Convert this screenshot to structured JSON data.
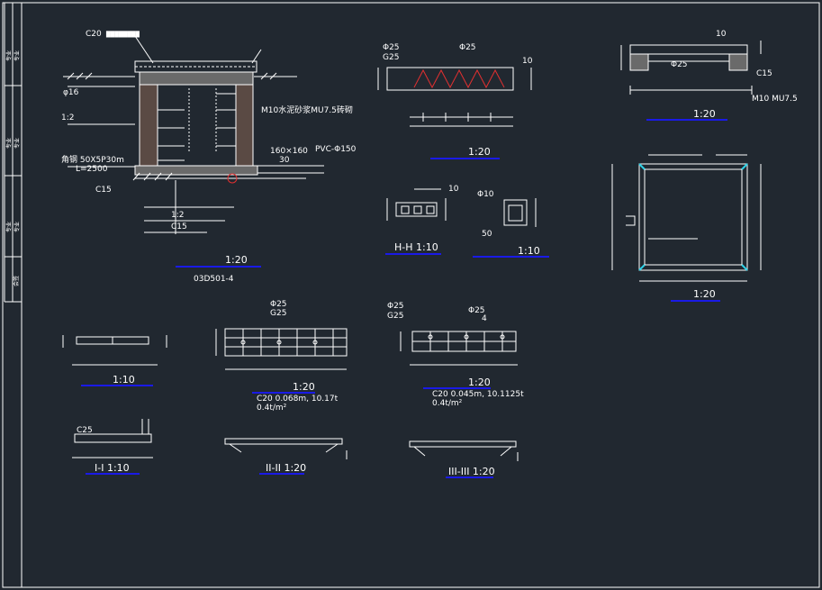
{
  "sidebar": {
    "cells": [
      "专业",
      "专业",
      "专业",
      "会签"
    ]
  },
  "colors": {
    "background": "#212830",
    "line": "#ffffff",
    "underline": "#1a1ae6",
    "red": "#e03030",
    "cyan": "#2ed1e6"
  },
  "pit": {
    "label_c20": "C20",
    "label_mu": "M10水泥砂浆MU7.5砖砌",
    "label_d16": "φ16",
    "label_ratio": "1:2",
    "label_angle": "角钢 50X5P30m",
    "label_l": "L=2500",
    "label_c15": "C15",
    "label_pvc": "PVC-Φ150",
    "label_pipe": "160×160",
    "label_30": "30",
    "label_ratio2": "1:2",
    "label_c15b": "C15",
    "title": "1:20",
    "note": "03D501-4"
  },
  "slab_a": {
    "phi25_a": "Φ25",
    "g25": "G25",
    "phi25_b": "Φ25",
    "label_10": "10",
    "title": "1:20"
  },
  "hh": {
    "label_10": "10",
    "title": "H-H 1:10"
  },
  "hook": {
    "label_phi10": "Φ10",
    "label_50": "50",
    "title": "1:10"
  },
  "section_top": {
    "label_10": "10",
    "label_phi25": "Φ25",
    "label_c15": "C15",
    "label_m10": "M10 MU7.5",
    "title": "1:20"
  },
  "cover_plan": {
    "title": "1:20"
  },
  "small_sec": {
    "title": "1:10"
  },
  "grid_a": {
    "phi25": "Φ25",
    "g25": "G25",
    "title": "1:20",
    "note1": "C20 0.068m, 10.17t",
    "note2": "0.4t/m²"
  },
  "grid_b": {
    "phi25": "Φ25",
    "g25": "G25",
    "phi25_b": "Φ25",
    "label_4": "4",
    "title": "1:20",
    "note1": "C20 0.045m, 10.1125t",
    "note2": "0.4t/m²"
  },
  "sec_11": {
    "label_c25": "C25",
    "title": "I-I 1:10"
  },
  "sec_22": {
    "title": "II-II 1:20"
  },
  "sec_33": {
    "title": "III-III 1:20"
  }
}
